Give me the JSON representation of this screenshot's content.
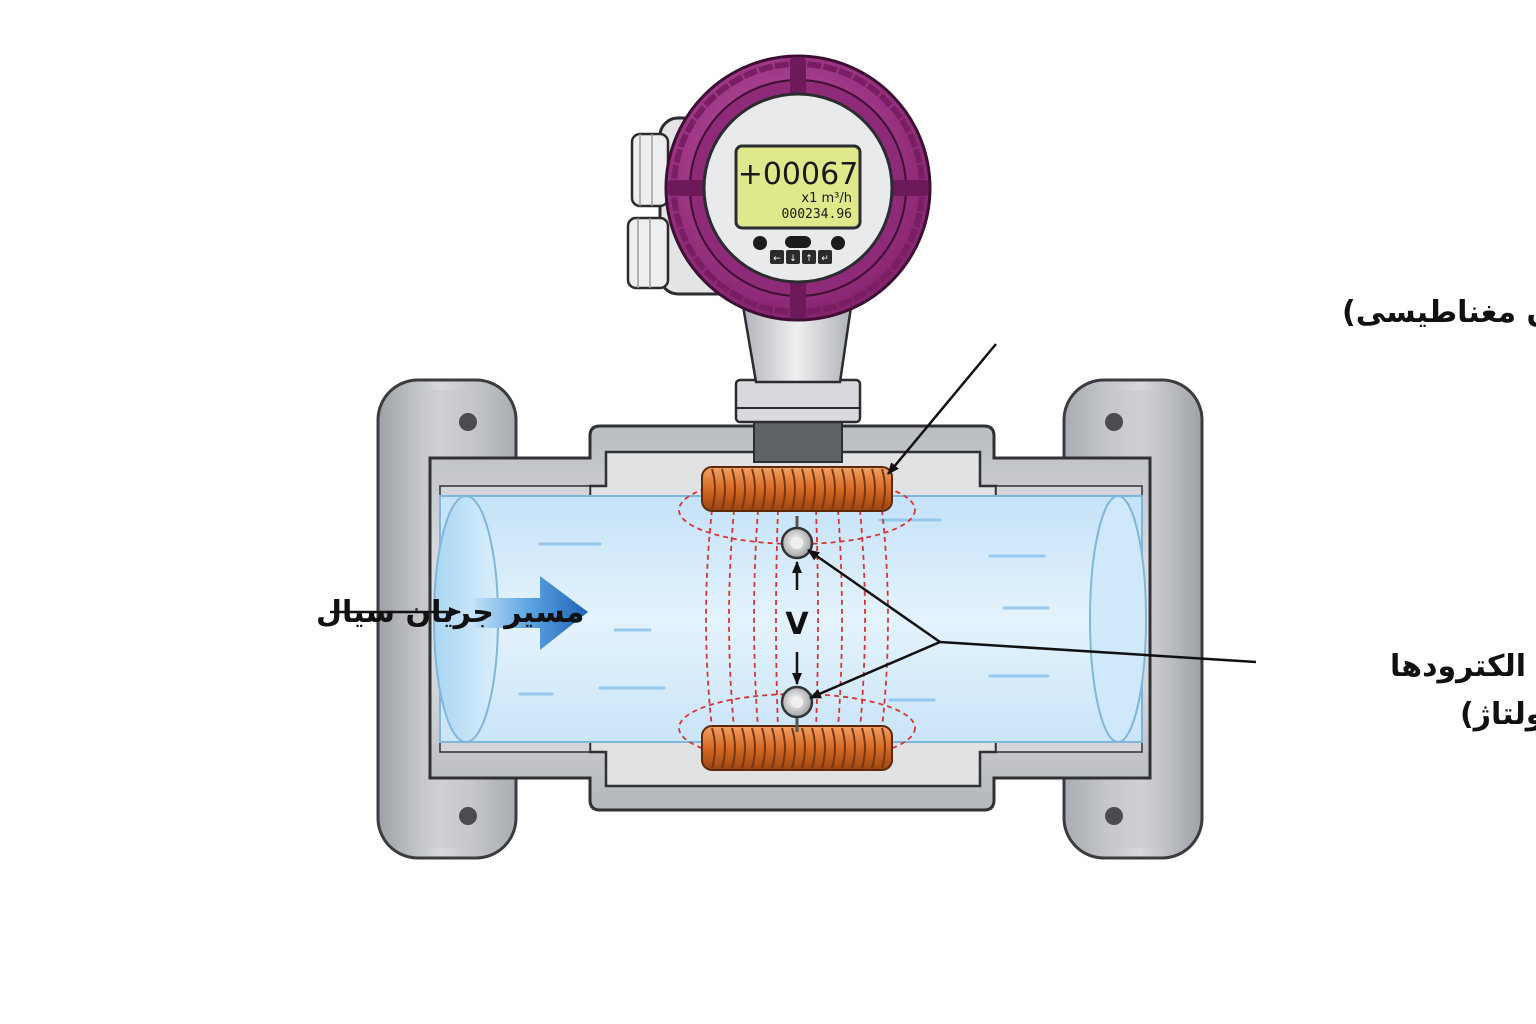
{
  "labels": {
    "coil": "کویل (ایجاد میدان مغناطیسی)",
    "flow_path": "مسیر جریان سیال",
    "electrodes_line1": "الکترودها",
    "electrodes_line2": "(اندازه گیری ولتاژ)",
    "voltage_symbol": "V"
  },
  "display": {
    "flow_reading": "+00067",
    "unit": "x1 m³/h",
    "totalizer": "000234.96",
    "keys": [
      "←",
      "↓",
      "↑",
      "↵"
    ]
  },
  "colors": {
    "display_housing": "#9a2f84",
    "lcd_screen": "#dfe88a",
    "pipe_body": "#c9cbcf",
    "fluid": "#d6ecfb",
    "coil": "#d9752c",
    "field_lines": "#d83434",
    "flow_arrow": "#2a78c8"
  }
}
